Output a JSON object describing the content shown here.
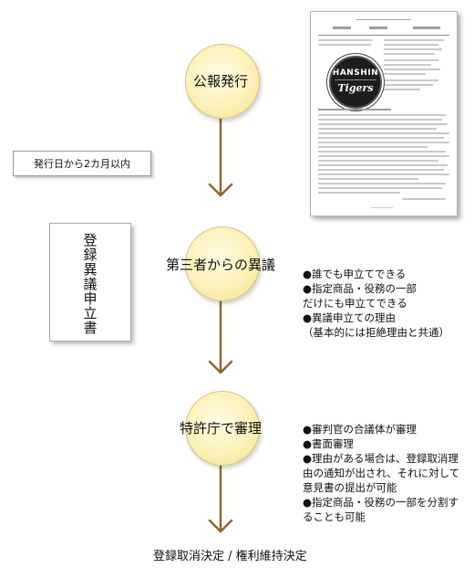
{
  "nodes": {
    "publication": "公報発行",
    "opposition": "第三者からの異議",
    "examination": "特許庁で審理"
  },
  "period_label": "発行日から2カ月以内",
  "filing_document": "登録異議申立書",
  "document_logo": {
    "top_text": "HANSHIN",
    "bottom_text": "Tigers"
  },
  "opposition_notes": [
    "●誰でも申立てできる",
    "●指定商品・役務の一部",
    "だけにも申立てできる",
    "●異議申立ての理由",
    "（基本的には拒絶理由と共通）"
  ],
  "examination_notes": [
    "●審判官の合議体が審理",
    "●書面審理",
    "●理由がある場合は、登録取消理",
    "由の通知が出され、それに対して",
    "意見書の提出が可能",
    "●指定商品・役務の一部を分割す",
    "ることも可能"
  ],
  "final_decision": "登録取消決定 / 権利維持決定",
  "colors": {
    "node_fill": "#fdf1b8",
    "arrow": "#8a6a2c"
  }
}
